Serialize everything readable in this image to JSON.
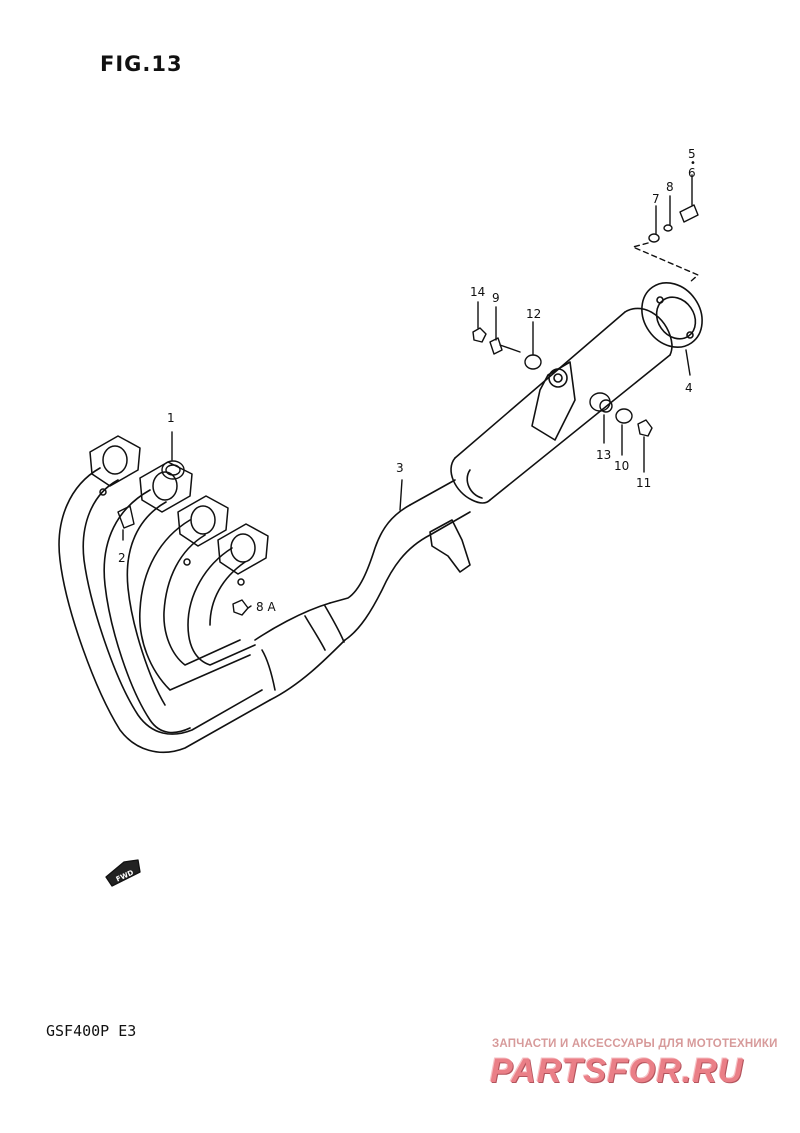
{
  "figure": {
    "title": "FIG.13"
  },
  "model": "GSF400P E3",
  "fwd_badge": "FWD",
  "watermark": {
    "tagline": "ЗАПЧАСТИ И АКСЕССУАРЫ ДЛЯ МОТОТЕХНИКИ",
    "brand": "PARTSFOR.RU"
  },
  "callouts": {
    "c1": "1",
    "c2": "2",
    "c3": "3",
    "c4": "4",
    "c5": "5",
    "c6": "6",
    "c7": "7",
    "c8": "8",
    "c8a": "8 A",
    "c9": "9",
    "c10": "10",
    "c11": "11",
    "c12": "12",
    "c13": "13",
    "c14": "14"
  }
}
